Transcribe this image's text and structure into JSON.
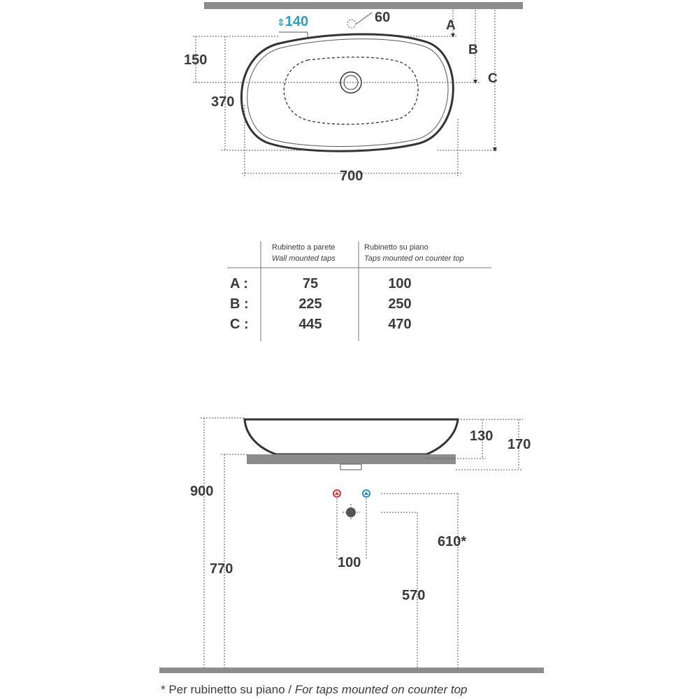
{
  "top_view": {
    "drain_label": "140",
    "tap_hole_label": "60",
    "dim_depth_label": "150",
    "dim_width_label": "370",
    "dim_length_label": "700",
    "letter_a": "A",
    "letter_b": "B",
    "letter_c": "C",
    "colors": {
      "drain_label": "#2a9fc0",
      "wall": "#8c8c8c"
    }
  },
  "table": {
    "col1_header": "Rubinetto a parete",
    "col1_subheader": "Wall mounted taps",
    "col2_header": "Rubinetto su piano",
    "col2_subheader": "Taps mounted on counter top",
    "rows": [
      {
        "label": "A :",
        "wall": "75",
        "counter": "100"
      },
      {
        "label": "B :",
        "wall": "225",
        "counter": "250"
      },
      {
        "label": "C :",
        "wall": "445",
        "counter": "470"
      }
    ]
  },
  "side_view": {
    "dim_130": "130",
    "dim_170": "170",
    "dim_900": "900",
    "dim_770": "770",
    "dim_100": "100",
    "dim_610": "610*",
    "dim_570": "570",
    "colors": {
      "hot_valve": "#d23a3a",
      "cold_valve": "#2a8fc0",
      "drain": "#555555",
      "counter": "#8c8c8c"
    }
  },
  "footnote": {
    "prefix": "* Per rubinetto su piano / ",
    "italic": "For taps mounted on counter top"
  }
}
